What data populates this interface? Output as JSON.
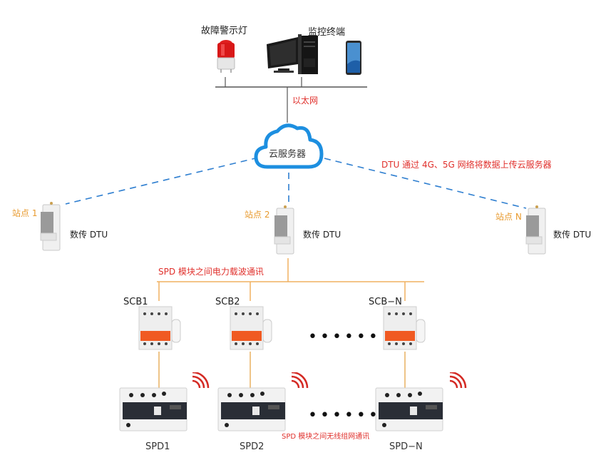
{
  "top": {
    "alarm_label": "故障警示灯",
    "monitor_label": "监控终端",
    "ethernet_label": "以太网"
  },
  "cloud": {
    "label": "云服务器",
    "upload_note": "DTU 通过 4G、5G 网络将数据上传云服务器"
  },
  "stations": [
    {
      "name": "站点 1",
      "device": "数传 DTU"
    },
    {
      "name": "站点 2",
      "device": "数传 DTU"
    },
    {
      "name": "站点 N",
      "device": "数传 DTU"
    }
  ],
  "plc_note": "SPD 模块之间电力载波通讯",
  "breakers": [
    {
      "label": "SCB1"
    },
    {
      "label": "SCB2"
    },
    {
      "label": "SCB−N"
    }
  ],
  "ellipsis": "••••••",
  "spds": [
    {
      "label": "SPD1"
    },
    {
      "label": "SPD2"
    },
    {
      "label": "SPD−N"
    }
  ],
  "wireless_note": "SPD 模块之间无线组网通讯",
  "colors": {
    "red_text": "#e0302c",
    "orange_text": "#e89a2e",
    "plc_line": "#f0b060",
    "dashed_link": "#2f7fd0",
    "cloud_stroke": "#1d8fe0",
    "ethernet_line": "#555555",
    "breaker_handle": "#f05a22",
    "wifi_arc": "#d42a24"
  }
}
